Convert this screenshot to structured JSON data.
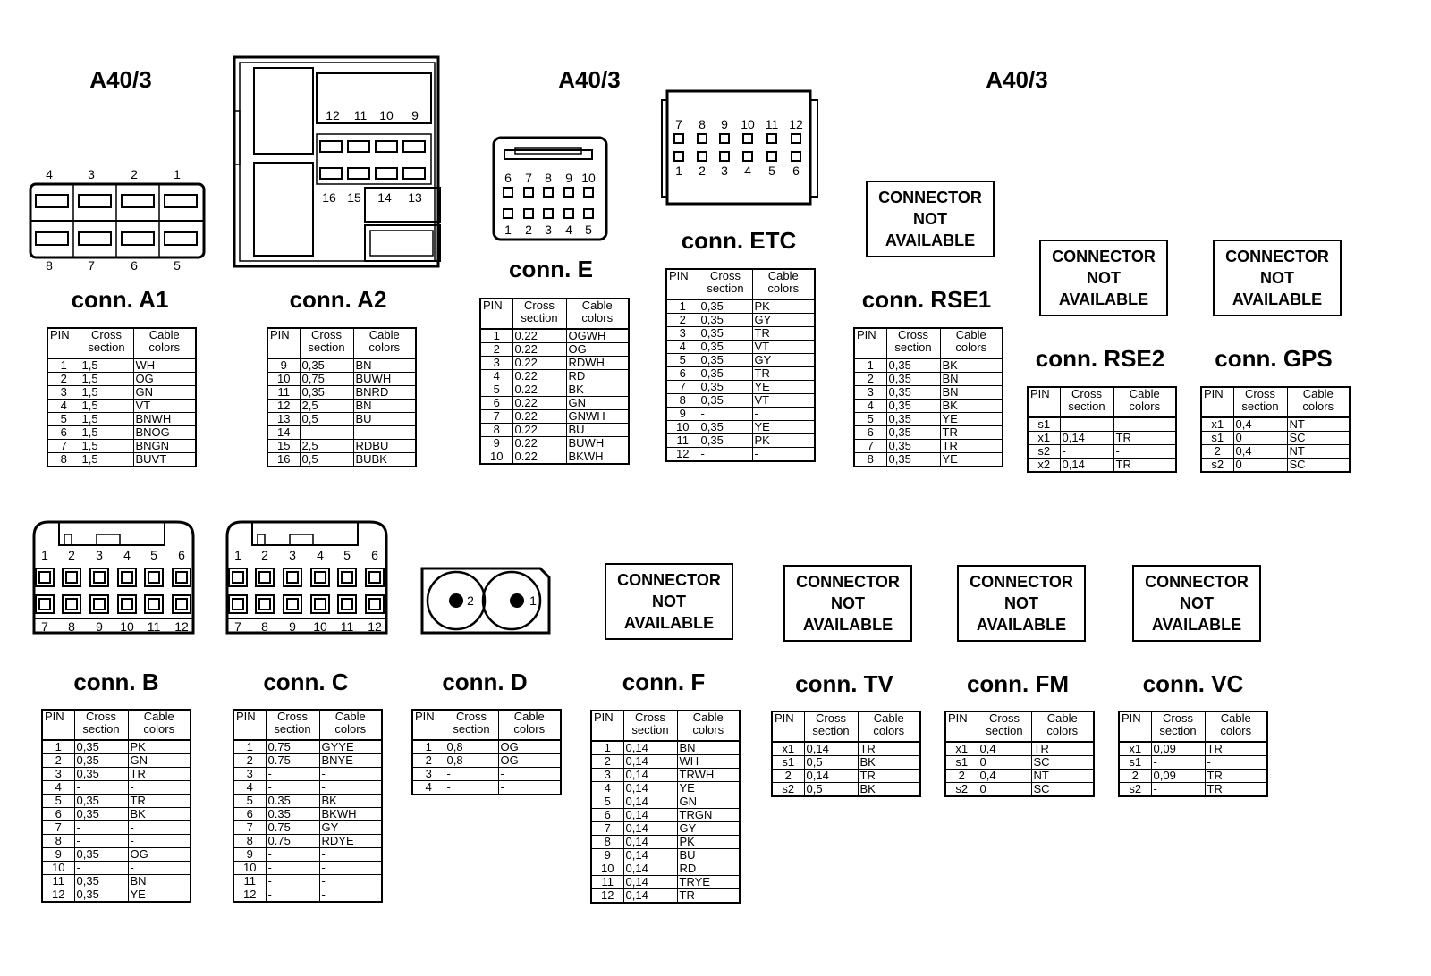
{
  "headers": {
    "left": "A40/3",
    "middle": "A40/3",
    "right": "A40/3"
  },
  "table_head": {
    "pin": "PIN",
    "cross": [
      "Cross",
      "section"
    ],
    "cable": [
      "Cable",
      "colors"
    ]
  },
  "not_available": [
    "CONNECTOR",
    "NOT",
    "AVAILABLE"
  ],
  "connectors": [
    {
      "id": "a1",
      "title": "conn. A1",
      "rows": [
        [
          "1",
          "1,5",
          "WH"
        ],
        [
          "2",
          "1,5",
          "OG"
        ],
        [
          "3",
          "1,5",
          "GN"
        ],
        [
          "4",
          "1,5",
          "VT"
        ],
        [
          "5",
          "1,5",
          "BNWH"
        ],
        [
          "6",
          "1,5",
          "BNOG"
        ],
        [
          "7",
          "1,5",
          "BNGN"
        ],
        [
          "8",
          "1,5",
          "BUVT"
        ]
      ]
    },
    {
      "id": "a2",
      "title": "conn. A2",
      "rows": [
        [
          "9",
          "0,35",
          "BN"
        ],
        [
          "10",
          "0,75",
          "BUWH"
        ],
        [
          "11",
          "0,35",
          "BNRD"
        ],
        [
          "12",
          "2,5",
          "BN"
        ],
        [
          "13",
          "0,5",
          "BU"
        ],
        [
          "14",
          "-",
          "-"
        ],
        [
          "15",
          "2,5",
          "RDBU"
        ],
        [
          "16",
          "0,5",
          "BUBK"
        ]
      ]
    },
    {
      "id": "e",
      "title": "conn. E",
      "rows": [
        [
          "1",
          "0.22",
          "OGWH"
        ],
        [
          "2",
          "0.22",
          "OG"
        ],
        [
          "3",
          "0.22",
          "RDWH"
        ],
        [
          "4",
          "0.22",
          "RD"
        ],
        [
          "5",
          "0.22",
          "BK"
        ],
        [
          "6",
          "0.22",
          "GN"
        ],
        [
          "7",
          "0.22",
          "GNWH"
        ],
        [
          "8",
          "0.22",
          "BU"
        ],
        [
          "9",
          "0.22",
          "BUWH"
        ],
        [
          "10",
          "0.22",
          "BKWH"
        ]
      ]
    },
    {
      "id": "etc",
      "title": "conn. ETC",
      "rows": [
        [
          "1",
          "0,35",
          "PK"
        ],
        [
          "2",
          "0,35",
          "GY"
        ],
        [
          "3",
          "0,35",
          "TR"
        ],
        [
          "4",
          "0,35",
          "VT"
        ],
        [
          "5",
          "0,35",
          "GY"
        ],
        [
          "6",
          "0,35",
          "TR"
        ],
        [
          "7",
          "0,35",
          "YE"
        ],
        [
          "8",
          "0,35",
          "VT"
        ],
        [
          "9",
          "-",
          "-"
        ],
        [
          "10",
          "0,35",
          "YE"
        ],
        [
          "11",
          "0,35",
          "PK"
        ],
        [
          "12",
          "-",
          "-"
        ]
      ]
    },
    {
      "id": "rse1",
      "title": "conn. RSE1",
      "rows": [
        [
          "1",
          "0,35",
          "BK"
        ],
        [
          "2",
          "0,35",
          "BN"
        ],
        [
          "3",
          "0,35",
          "BN"
        ],
        [
          "4",
          "0,35",
          "BK"
        ],
        [
          "5",
          "0,35",
          "YE"
        ],
        [
          "6",
          "0,35",
          "TR"
        ],
        [
          "7",
          "0,35",
          "TR"
        ],
        [
          "8",
          "0,35",
          "YE"
        ]
      ]
    },
    {
      "id": "rse2",
      "title": "conn. RSE2",
      "rows": [
        [
          "s1",
          "-",
          "-"
        ],
        [
          "x1",
          "0,14",
          "TR"
        ],
        [
          "s2",
          "-",
          "-"
        ],
        [
          "x2",
          "0,14",
          "TR"
        ]
      ]
    },
    {
      "id": "gps",
      "title": "conn. GPS",
      "rows": [
        [
          "x1",
          "0,4",
          "NT"
        ],
        [
          "s1",
          "0",
          "SC"
        ],
        [
          "2",
          "0,4",
          "NT"
        ],
        [
          "s2",
          "0",
          "SC"
        ]
      ]
    },
    {
      "id": "b",
      "title": "conn. B",
      "rows": [
        [
          "1",
          "0,35",
          "PK"
        ],
        [
          "2",
          "0,35",
          "GN"
        ],
        [
          "3",
          "0,35",
          "TR"
        ],
        [
          "4",
          "-",
          "-"
        ],
        [
          "5",
          "0,35",
          "TR"
        ],
        [
          "6",
          "0,35",
          "BK"
        ],
        [
          "7",
          "-",
          "-"
        ],
        [
          "8",
          "-",
          "-"
        ],
        [
          "9",
          "0,35",
          "OG"
        ],
        [
          "10",
          "-",
          "-"
        ],
        [
          "11",
          "0,35",
          "BN"
        ],
        [
          "12",
          "0,35",
          "YE"
        ]
      ]
    },
    {
      "id": "c",
      "title": "conn. C",
      "rows": [
        [
          "1",
          "0.75",
          "GYYE"
        ],
        [
          "2",
          "0.75",
          "BNYE"
        ],
        [
          "3",
          "-",
          "-"
        ],
        [
          "4",
          "-",
          "-"
        ],
        [
          "5",
          "0.35",
          "BK"
        ],
        [
          "6",
          "0.35",
          "BKWH"
        ],
        [
          "7",
          "0.75",
          "GY"
        ],
        [
          "8",
          "0.75",
          "RDYE"
        ],
        [
          "9",
          "-",
          "-"
        ],
        [
          "10",
          "-",
          "-"
        ],
        [
          "11",
          "-",
          "-"
        ],
        [
          "12",
          "-",
          "-"
        ]
      ]
    },
    {
      "id": "d",
      "title": "conn. D",
      "rows": [
        [
          "1",
          "0,8",
          "OG"
        ],
        [
          "2",
          "0,8",
          "OG"
        ],
        [
          "3",
          "-",
          "-"
        ],
        [
          "4",
          "-",
          "-"
        ]
      ]
    },
    {
      "id": "f",
      "title": "conn. F",
      "rows": [
        [
          "1",
          "0,14",
          "BN"
        ],
        [
          "2",
          "0,14",
          "WH"
        ],
        [
          "3",
          "0,14",
          "TRWH"
        ],
        [
          "4",
          "0,14",
          "YE"
        ],
        [
          "5",
          "0,14",
          "GN"
        ],
        [
          "6",
          "0,14",
          "TRGN"
        ],
        [
          "7",
          "0,14",
          "GY"
        ],
        [
          "8",
          "0,14",
          "PK"
        ],
        [
          "9",
          "0,14",
          "BU"
        ],
        [
          "10",
          "0,14",
          "RD"
        ],
        [
          "11",
          "0,14",
          "TRYE"
        ],
        [
          "12",
          "0,14",
          "TR"
        ]
      ]
    },
    {
      "id": "tv",
      "title": "conn. TV",
      "rows": [
        [
          "x1",
          "0,14",
          "TR"
        ],
        [
          "s1",
          "0,5",
          "BK"
        ],
        [
          "2",
          "0,14",
          "TR"
        ],
        [
          "s2",
          "0,5",
          "BK"
        ]
      ]
    },
    {
      "id": "fm",
      "title": "conn. FM",
      "rows": [
        [
          "x1",
          "0,4",
          "TR"
        ],
        [
          "s1",
          "0",
          "SC"
        ],
        [
          "2",
          "0,4",
          "NT"
        ],
        [
          "s2",
          "0",
          "SC"
        ]
      ]
    },
    {
      "id": "vc",
      "title": "conn. VC",
      "rows": [
        [
          "x1",
          "0,09",
          "TR"
        ],
        [
          "s1",
          "-",
          "-"
        ],
        [
          "2",
          "0,09",
          "TR"
        ],
        [
          "s2",
          "-",
          "TR"
        ]
      ]
    }
  ],
  "pin_labels": {
    "a1_top": [
      "4",
      "3",
      "2",
      "1"
    ],
    "a1_bottom": [
      "8",
      "7",
      "6",
      "5"
    ],
    "a2_top": [
      "12",
      "11",
      "10",
      "9"
    ],
    "a2_bottom": [
      "16",
      "15",
      "14",
      "13"
    ],
    "e_top": [
      "6",
      "7",
      "8",
      "9",
      "10"
    ],
    "e_bottom": [
      "1",
      "2",
      "3",
      "4",
      "5"
    ],
    "etc_top": [
      "7",
      "8",
      "9",
      "10",
      "11",
      "12"
    ],
    "etc_bottom": [
      "1",
      "2",
      "3",
      "4",
      "5",
      "6"
    ],
    "bc_top": [
      "1",
      "2",
      "3",
      "4",
      "5",
      "6"
    ],
    "bc_bottom": [
      "7",
      "8",
      "9",
      "10",
      "11",
      "12"
    ],
    "d": [
      "2",
      "1"
    ]
  }
}
